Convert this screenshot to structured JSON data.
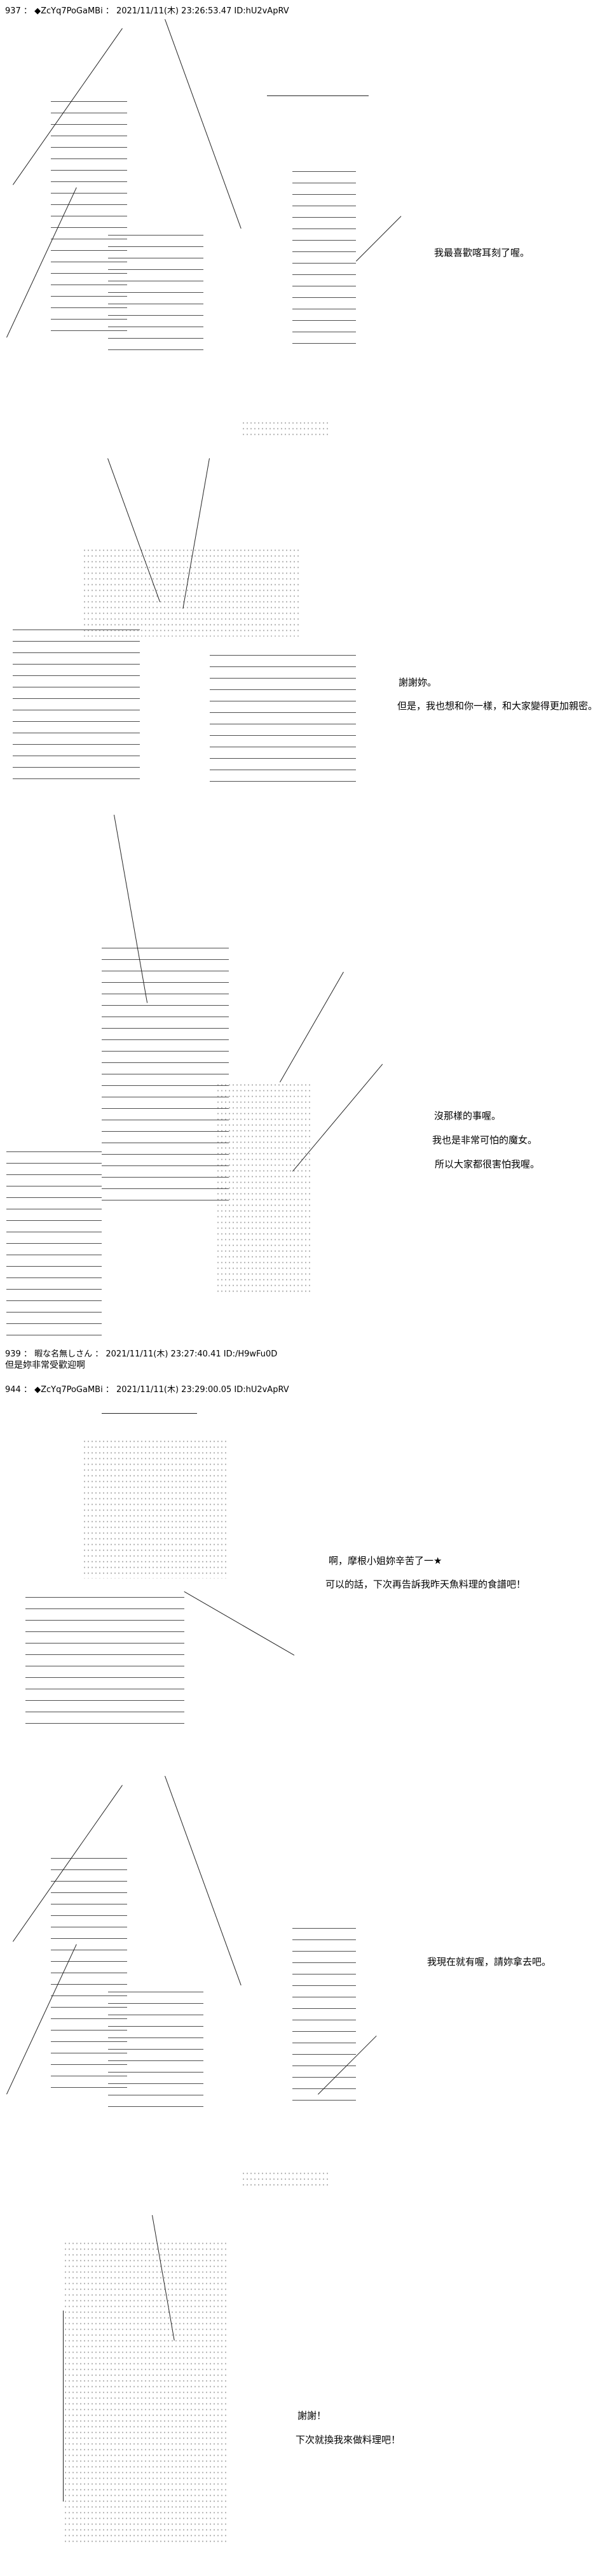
{
  "posts": [
    {
      "header": "937 ： ◆ZcYq7PoGaMBi ： 2021/11/11(木) 23:26:53.47 ID:hU2vApRV",
      "panels": [
        {
          "lines": [
            "我最喜歡喀耳刻了喔。"
          ]
        },
        {
          "lines": [
            "謝謝妳。",
            "但是，我也想和你一樣，和大家變得更加親密。"
          ]
        },
        {
          "lines": [
            "沒那樣的事喔。",
            "我也是非常可怕的魔女。",
            "所以大家都很害怕我喔。"
          ]
        }
      ]
    },
    {
      "header": "939 ： 暇な名無しさん ： 2021/11/11(木) 23:27:40.41 ID:/H9wFu0D",
      "body": "但是妳非常受歡迎啊"
    },
    {
      "header": "944 ： ◆ZcYq7PoGaMBi ： 2021/11/11(木) 23:29:00.05 ID:hU2vApRV",
      "panels": [
        {
          "lines": [
            "啊，摩根小姐妳辛苦了一★",
            "可以的話，下次再告訴我昨天魚料理的食譜吧！"
          ]
        },
        {
          "lines": [
            "我現在就有喔，請妳拿去吧。"
          ]
        },
        {
          "lines": [
            "謝謝！",
            "下次就換我來做料理吧！"
          ]
        }
      ]
    }
  ]
}
